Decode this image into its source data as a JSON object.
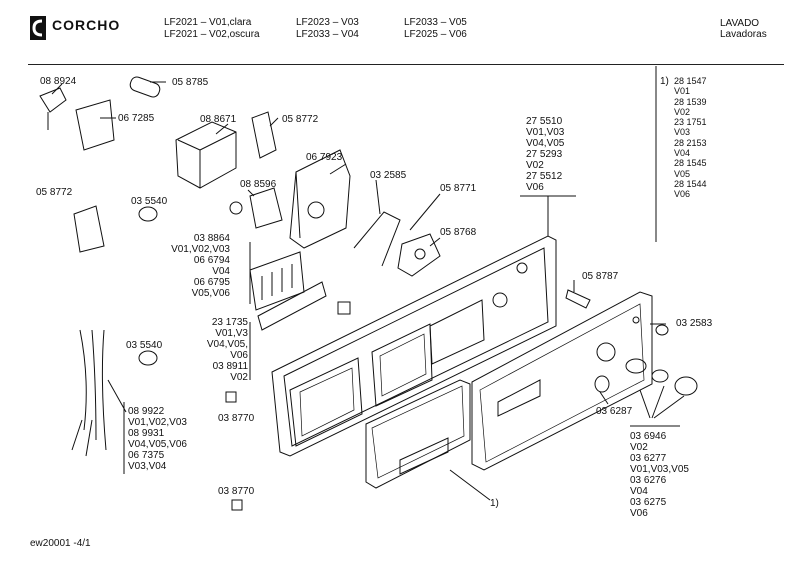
{
  "header": {
    "brand": "CORCHO",
    "models": [
      "LF2021 –   V01,clara",
      "LF2021 –   V02,oscura",
      "LF2023 –   V03",
      "LF2033 –   V04",
      "LF2033 –   V05",
      "LF2025 –   V06"
    ],
    "category": "LAVADO",
    "subcategory": "Lavadoras"
  },
  "footnote": {
    "marker": "1)",
    "lines": [
      "28 1547",
      "V01",
      "28 1539",
      "V02",
      "23 1751",
      "V03",
      "28 2153",
      "V04",
      "28 1545",
      "V05",
      "28 1544",
      "V06"
    ]
  },
  "part_labels": [
    "08 8924",
    "05 8785",
    "06 7285",
    "08 8671",
    "05 8772",
    "06 7923",
    "05 8772",
    "03 5540",
    "08 8596",
    "03 2585",
    "05 8771",
    "05 8768",
    "03 5540",
    "03 8770",
    "03 8770",
    "05 8787",
    "03 2583",
    "03 6287",
    "1)"
  ],
  "variant_groups": [
    [
      "27 5510",
      "V01,V03",
      "V04,V05",
      "27 5293",
      "V02",
      "27 5512",
      "V06"
    ],
    [
      "03 8864",
      "V01,V02,V03",
      "06 6794",
      "V04",
      "06 6795",
      "V05,V06"
    ],
    [
      "23 1735",
      "V01,V3",
      "V04,V05,",
      "V06",
      "03 8911",
      "V02"
    ],
    [
      "08 9922",
      "V01,V02,V03",
      "08 9931",
      "V04,V05,V06",
      "06 7375",
      "V03,V04"
    ],
    [
      "03 6946",
      "V02",
      "03 6277",
      "V01,V03,V05",
      "03 6276",
      "V04",
      "03 6275",
      "V06"
    ]
  ],
  "footer": {
    "code": "ew20001  -4/1"
  }
}
